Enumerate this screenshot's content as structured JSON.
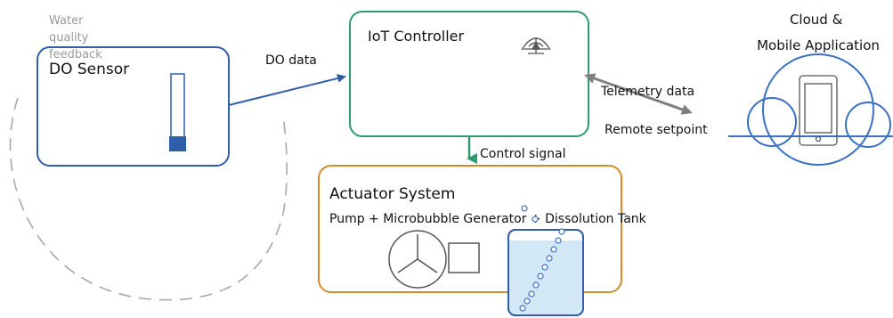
{
  "feedback_label": [
    "Water",
    "quality",
    "feedback"
  ],
  "sensor": {
    "title": "DO Sensor"
  },
  "controller": {
    "title": "IoT Controller"
  },
  "actuator": {
    "title": "Actuator System",
    "subtitle": "Pump + Microbubble Generator + Dissolution Tank"
  },
  "cloud": {
    "title_lines": [
      "Cloud &",
      "Mobile Application"
    ]
  },
  "flows": {
    "do_data": "DO data",
    "telemetry": "Telemetry data",
    "remote_setpoint": "Remote setpoint",
    "control_signal": "Control signal"
  },
  "colors": {
    "sensor_blue": "#2f5fa8",
    "controller_green": "#2e9a6e",
    "actuator_orange": "#d68a2e",
    "cloud_blue": "#3b6fc4",
    "tank_fill": "#d3e8f7",
    "arrow_gray": "#808080",
    "feedback_gray": "#a8a8a8"
  },
  "icons": [
    "antenna-icon",
    "pump-fan-icon",
    "motor-icon",
    "tank-bubbles-icon",
    "mobile-phone-icon",
    "cloud-icon"
  ]
}
